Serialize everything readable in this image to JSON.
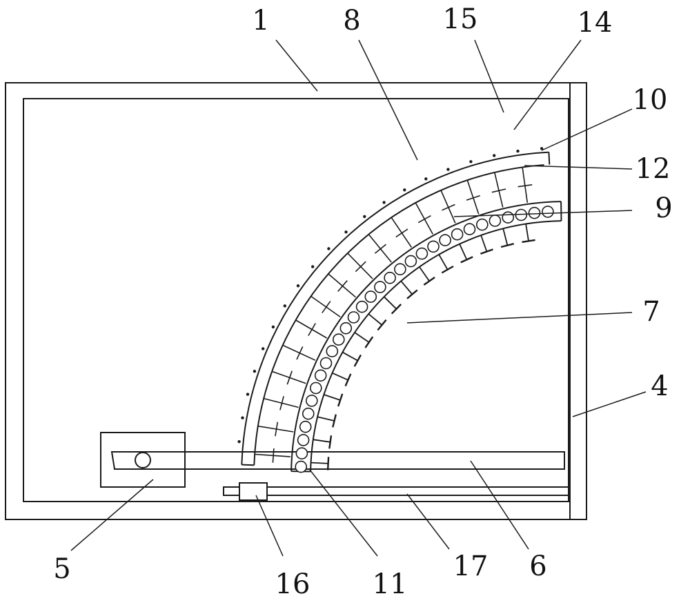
{
  "diagram": {
    "labels": [
      "1",
      "8",
      "15",
      "14",
      "10",
      "12",
      "9",
      "7",
      "4",
      "5",
      "16",
      "11",
      "17",
      "6"
    ]
  },
  "colors": {
    "line": "#1a1a1a",
    "background": "#ffffff"
  }
}
